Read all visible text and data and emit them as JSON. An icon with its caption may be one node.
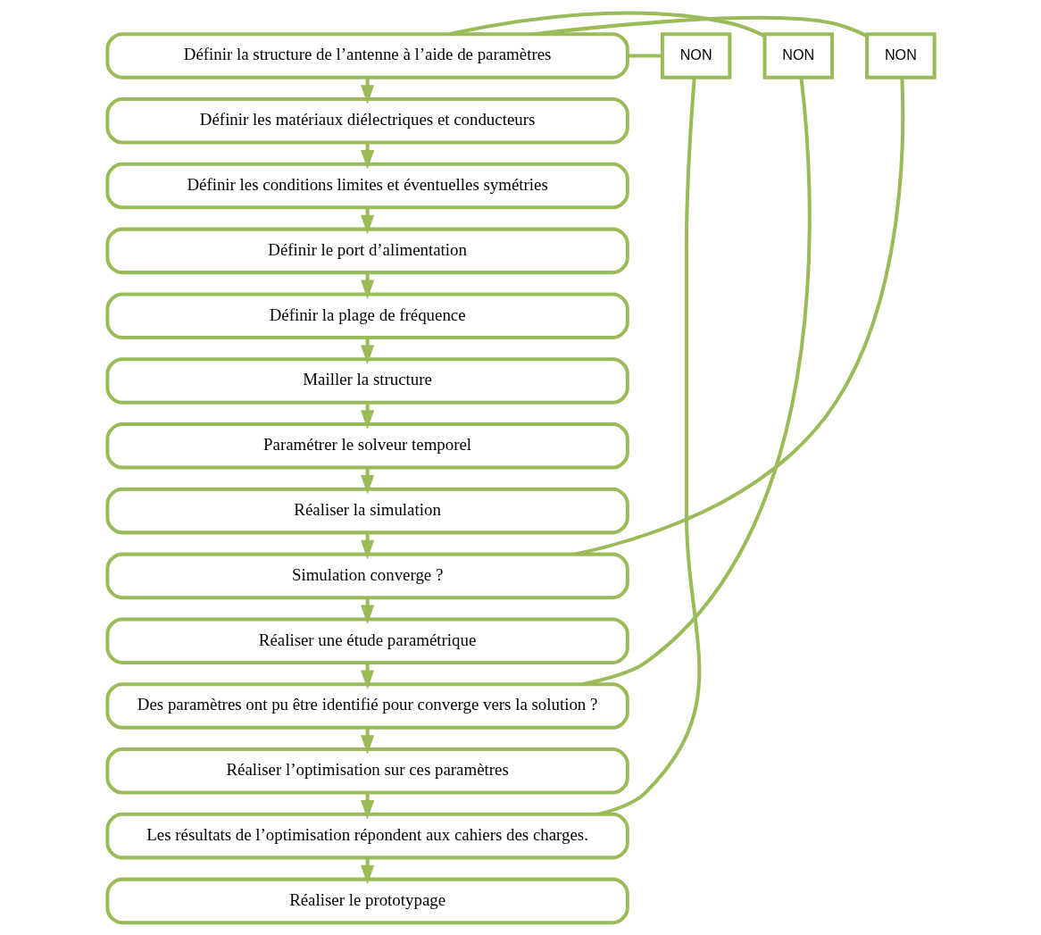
{
  "diagram": {
    "nodes": [
      {
        "text": [
          "Définir la structure de l’antenne à l’aide de paramètres"
        ]
      },
      {
        "text": [
          "Définir les matériaux diélectriques et conducteurs"
        ]
      },
      {
        "text": [
          "Définir les conditions limites et éventuelles symétries"
        ]
      },
      {
        "text": [
          "Définir le port d’alimentation"
        ]
      },
      {
        "text": [
          "Définir la plage de fréquence"
        ]
      },
      {
        "text": [
          "Mailler la structure"
        ]
      },
      {
        "text": [
          "Paramétrer le solveur temporel"
        ]
      },
      {
        "text": [
          "Réaliser la simulation"
        ]
      },
      {
        "text": [
          "Simulation converge ?"
        ]
      },
      {
        "text": [
          "NON"
        ]
      },
      {
        "text": [
          "Réaliser une étude paramétrique"
        ]
      },
      {
        "text": [
          "Des paramètres ont pu être identifié pour converge vers la solution ?"
        ]
      },
      {
        "text": [
          "NON"
        ]
      },
      {
        "text": [
          "Réaliser l’optimisation sur ces paramètres"
        ]
      },
      {
        "text": [
          "Les résultats de l’optimisation répondent aux cahiers des charges."
        ]
      },
      {
        "text": [
          "NON"
        ]
      },
      {
        "text": [
          "Réaliser le prototypage"
        ]
      }
    ],
    "edges": [
      {
        "from": 0,
        "to": 1,
        "arrow": "to"
      },
      {
        "from": 1,
        "to": 2,
        "arrow": "to"
      },
      {
        "from": 2,
        "to": 3,
        "arrow": "to"
      },
      {
        "from": 3,
        "to": 4,
        "arrow": "to"
      },
      {
        "from": 4,
        "to": 5,
        "arrow": "to"
      },
      {
        "from": 5,
        "to": 6,
        "arrow": "to"
      },
      {
        "from": 6,
        "to": 7,
        "arrow": "to"
      },
      {
        "from": 7,
        "to": 8,
        "arrow": "to"
      },
      {
        "from": 8,
        "to": 10,
        "arrow": "to"
      },
      {
        "from": 10,
        "to": 11,
        "arrow": "to"
      },
      {
        "from": 11,
        "to": 13,
        "arrow": "to"
      },
      {
        "from": 13,
        "to": 14,
        "arrow": "to"
      },
      {
        "from": 14,
        "to": 16,
        "arrow": "to"
      },
      {
        "from": 8,
        "to": 9,
        "arrow": "none"
      },
      {
        "from": 9,
        "to": 0,
        "arrow": "none"
      },
      {
        "from": 11,
        "to": 12,
        "arrow": "none"
      },
      {
        "from": 12,
        "to": 0,
        "arrow": "none"
      },
      {
        "from": 14,
        "to": 15,
        "arrow": "none"
      },
      {
        "from": 15,
        "to": 0,
        "arrow": "none"
      }
    ]
  }
}
